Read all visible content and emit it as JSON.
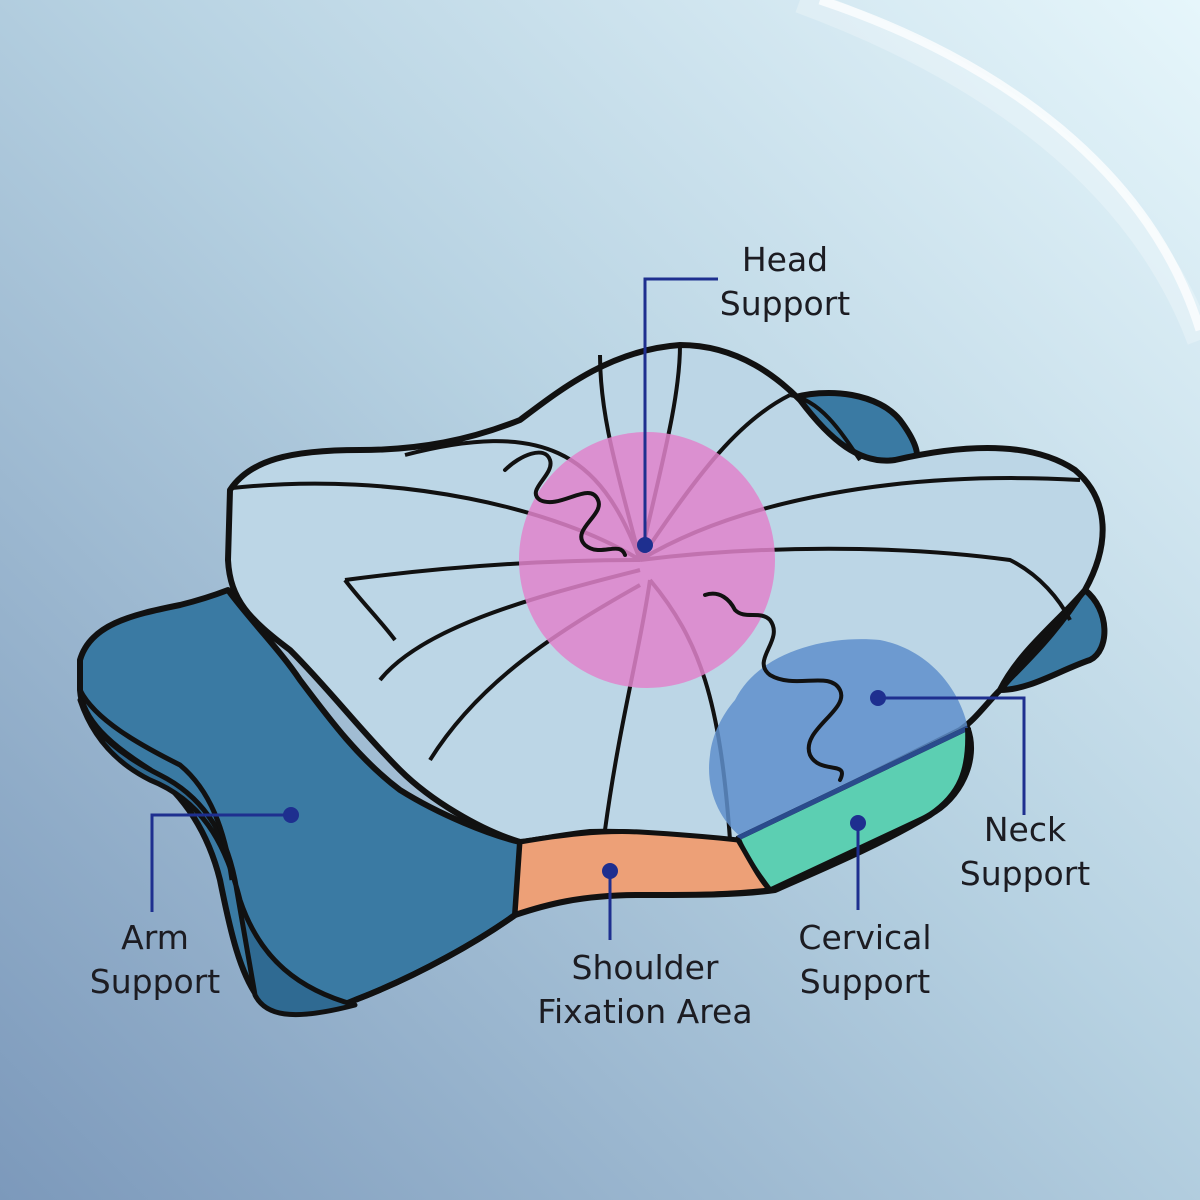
{
  "colors": {
    "background_top_right": "#e4f5fb",
    "background_bottom_left": "#7f9cbd",
    "outline": "#111111",
    "pillow_top": "#bcd6e6",
    "arm_blue": "#3a7aa3",
    "head_pink": "#e184cb",
    "neck_blue": "#5f8fcb",
    "cervical_green": "#5ccfb2",
    "shoulder_orange": "#eda077",
    "callout": "#1e2f8f"
  },
  "labels": {
    "head": {
      "line1": "Head",
      "line2": "Support"
    },
    "neck": {
      "line1": "Neck",
      "line2": "Support"
    },
    "cervical": {
      "line1": "Cervical",
      "line2": "Support"
    },
    "shoulder": {
      "line1": "Shoulder",
      "line2": "Fixation Area"
    },
    "arm": {
      "line1": "Arm",
      "line2": "Support"
    }
  }
}
